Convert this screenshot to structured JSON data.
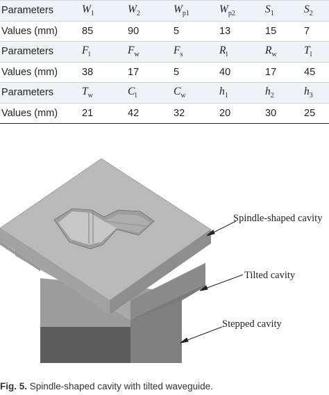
{
  "table": {
    "rows": [
      {
        "label": "Parameters",
        "cells": [
          {
            "base": "W",
            "sub": "1"
          },
          {
            "base": "W",
            "sub": "2"
          },
          {
            "base": "W",
            "sub": "p1"
          },
          {
            "base": "W",
            "sub": "p2"
          },
          {
            "base": "S",
            "sub": "1"
          },
          {
            "base": "S",
            "sub": "2"
          }
        ]
      },
      {
        "label": "Values (mm)",
        "cells": [
          {
            "base": "85",
            "sub": ""
          },
          {
            "base": "90",
            "sub": ""
          },
          {
            "base": "5",
            "sub": ""
          },
          {
            "base": "13",
            "sub": ""
          },
          {
            "base": "15",
            "sub": ""
          },
          {
            "base": "7",
            "sub": ""
          }
        ]
      },
      {
        "label": "Parameters",
        "cells": [
          {
            "base": "F",
            "sub": "l"
          },
          {
            "base": "F",
            "sub": "w"
          },
          {
            "base": "F",
            "sub": "s"
          },
          {
            "base": "R",
            "sub": "l"
          },
          {
            "base": "R",
            "sub": "w"
          },
          {
            "base": "T",
            "sub": "l"
          }
        ]
      },
      {
        "label": "Values (mm)",
        "cells": [
          {
            "base": "38",
            "sub": ""
          },
          {
            "base": "17",
            "sub": ""
          },
          {
            "base": "5",
            "sub": ""
          },
          {
            "base": "40",
            "sub": ""
          },
          {
            "base": "17",
            "sub": ""
          },
          {
            "base": "45",
            "sub": ""
          }
        ]
      },
      {
        "label": "Parameters",
        "cells": [
          {
            "base": "T",
            "sub": "w"
          },
          {
            "base": "C",
            "sub": "l"
          },
          {
            "base": "C",
            "sub": "w"
          },
          {
            "base": "h",
            "sub": "1"
          },
          {
            "base": "h",
            "sub": "2"
          },
          {
            "base": "h",
            "sub": "3"
          }
        ]
      },
      {
        "label": "Values (mm)",
        "cells": [
          {
            "base": "21",
            "sub": ""
          },
          {
            "base": "42",
            "sub": ""
          },
          {
            "base": "32",
            "sub": ""
          },
          {
            "base": "20",
            "sub": ""
          },
          {
            "base": "30",
            "sub": ""
          },
          {
            "base": "25",
            "sub": ""
          }
        ]
      }
    ]
  },
  "figure": {
    "labels": {
      "spindle": "Spindle-shaped cavity",
      "tilted": "Tilted cavity",
      "stepped": "Stepped cavity"
    },
    "colors": {
      "top_face": "#b5b5b5",
      "front_left": "#9a9a9a",
      "front_right": "#838383",
      "dark_block": "#5e5e5e"
    }
  },
  "caption": {
    "prefix": "Fig. 5.",
    "text": " Spindle-shaped cavity with tilted waveguide."
  }
}
